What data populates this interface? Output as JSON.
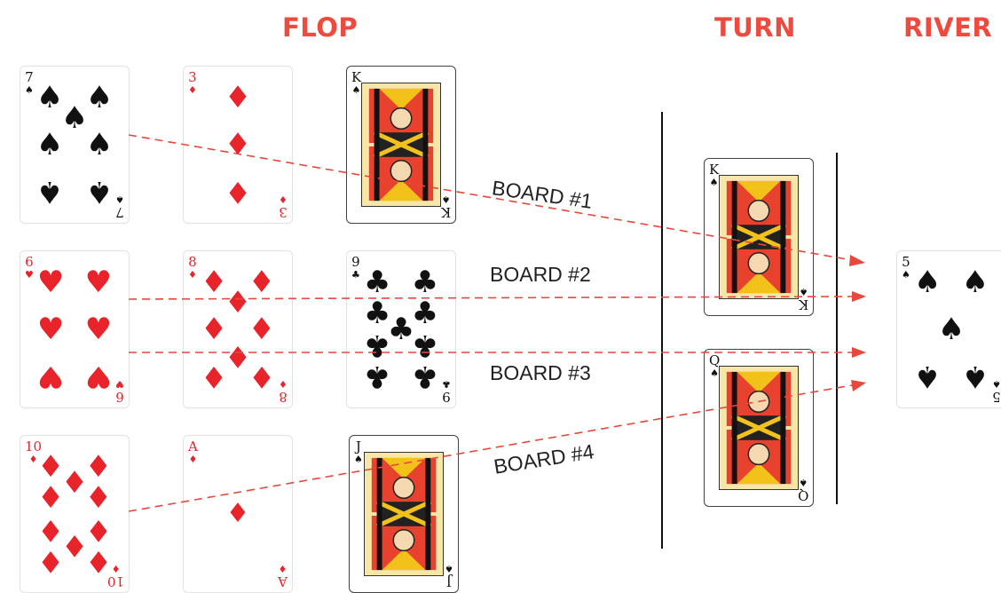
{
  "headings": {
    "flop": "FLOP",
    "turn": "TURN",
    "river": "RIVER"
  },
  "colors": {
    "heading": "#ee4a3e",
    "red_suit": "#e8242a",
    "black_suit": "#111111",
    "board_line": "#e8473b",
    "divider": "#111111"
  },
  "board_labels": [
    "BOARD #1",
    "BOARD #2",
    "BOARD #3",
    "BOARD #4"
  ],
  "cards": {
    "flop_1_1": {
      "rank": "7",
      "suit": "♠",
      "color": "black"
    },
    "flop_1_2": {
      "rank": "3",
      "suit": "♦",
      "color": "red"
    },
    "flop_1_3": {
      "rank": "K",
      "suit": "♠",
      "color": "black"
    },
    "flop_2_1": {
      "rank": "6",
      "suit": "♥",
      "color": "red"
    },
    "flop_2_2": {
      "rank": "8",
      "suit": "♦",
      "color": "red"
    },
    "flop_2_3": {
      "rank": "9",
      "suit": "♣",
      "color": "black"
    },
    "flop_3_1": {
      "rank": "10",
      "suit": "♦",
      "color": "red"
    },
    "flop_3_2": {
      "rank": "A",
      "suit": "♦",
      "color": "red"
    },
    "flop_3_3": {
      "rank": "J",
      "suit": "♠",
      "color": "black"
    },
    "turn_1": {
      "rank": "K",
      "suit": "♠",
      "color": "black"
    },
    "turn_2": {
      "rank": "Q",
      "suit": "♠",
      "color": "black"
    },
    "river": {
      "rank": "5",
      "suit": "♠",
      "color": "black"
    }
  }
}
